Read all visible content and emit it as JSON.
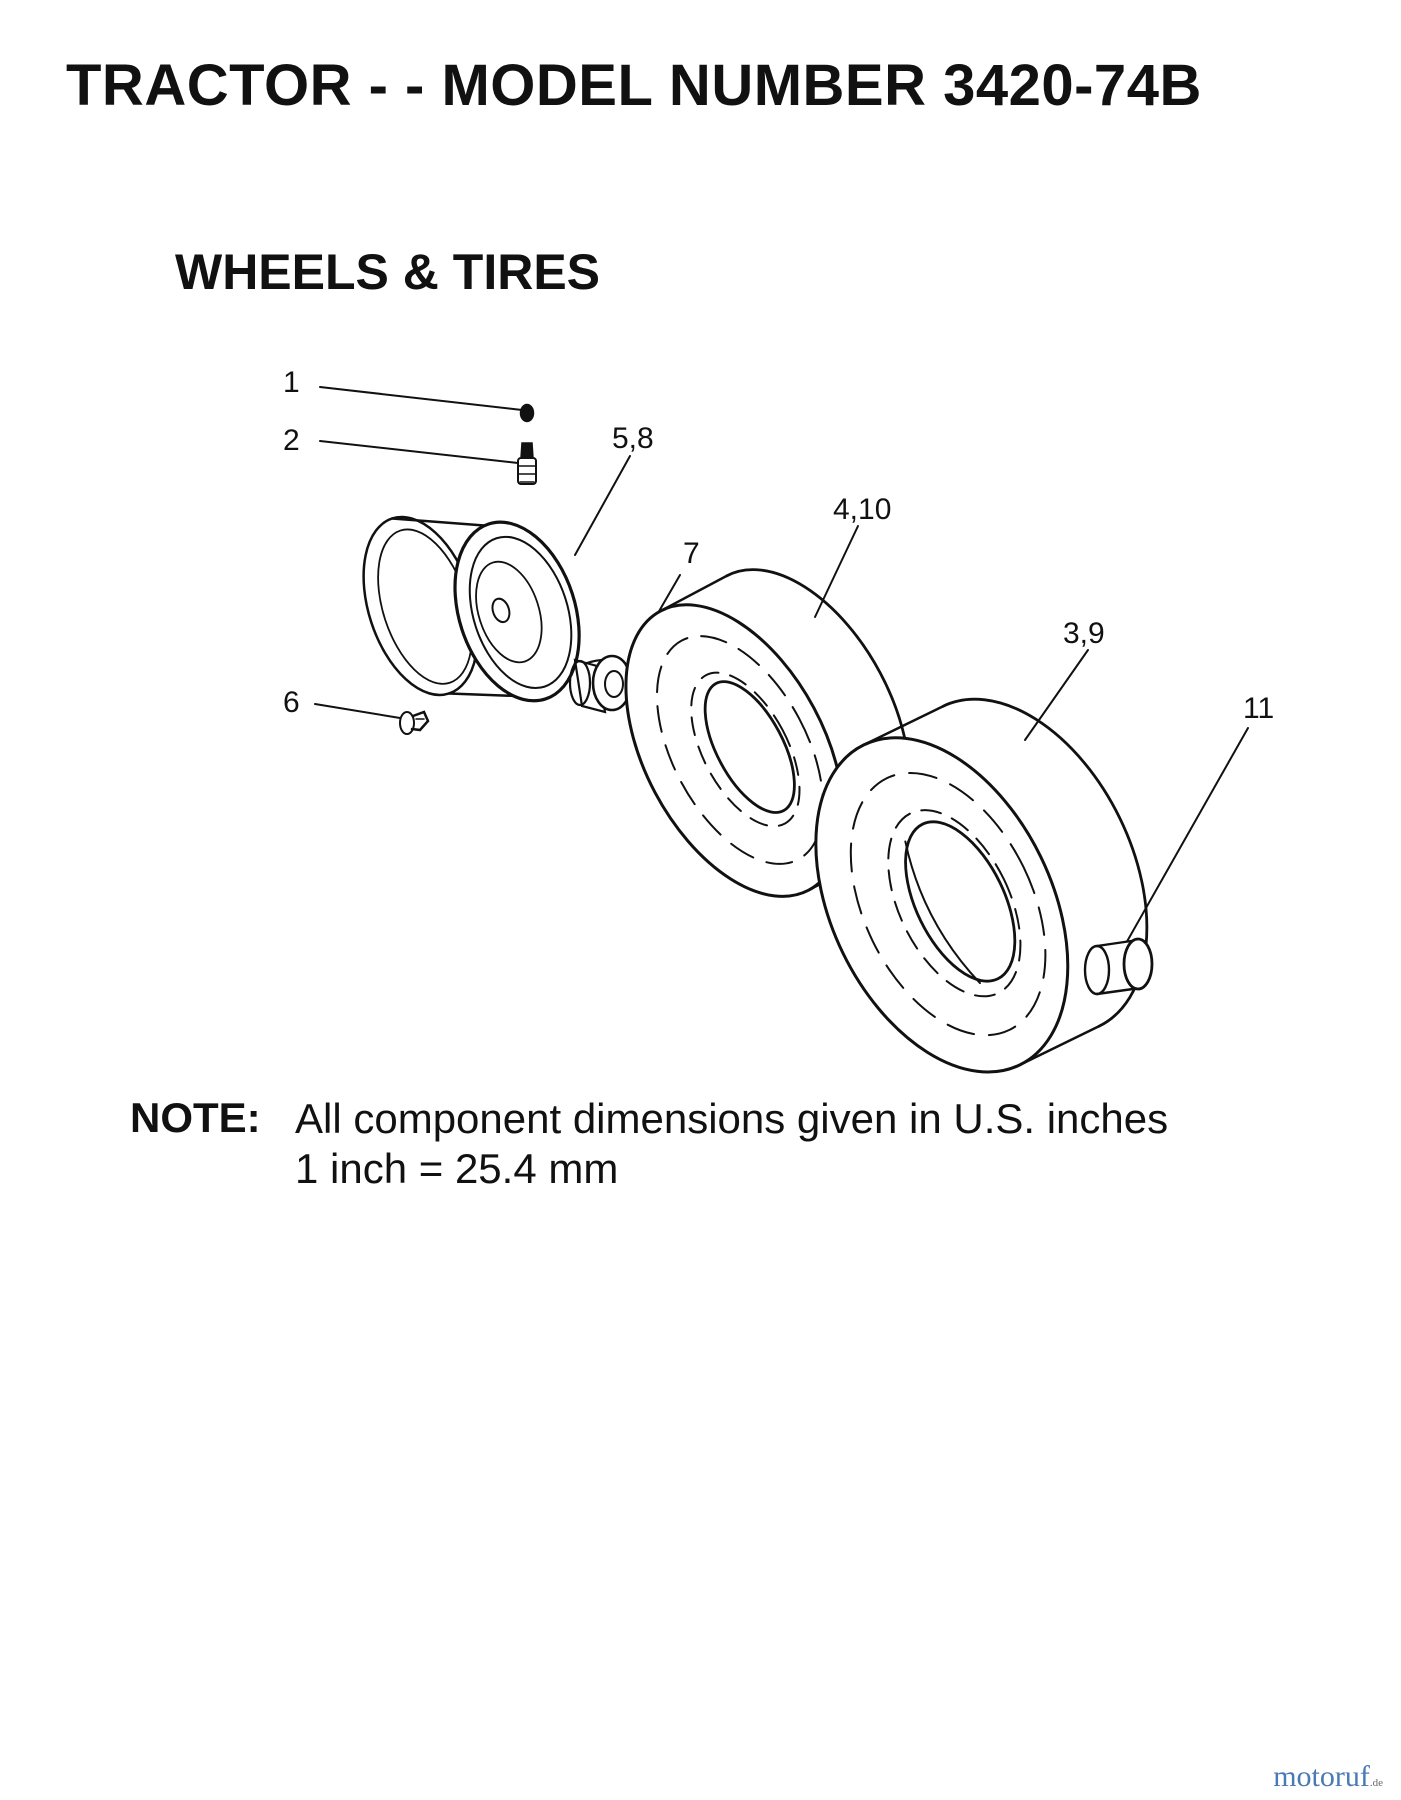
{
  "document": {
    "title": "TRACTOR - - MODEL NUMBER 3420-74B",
    "section_title": "WHEELS & TIRES"
  },
  "diagram": {
    "callouts": [
      {
        "id": "1",
        "label": "1"
      },
      {
        "id": "2",
        "label": "2"
      },
      {
        "id": "5_8",
        "label": "5,8"
      },
      {
        "id": "4_10",
        "label": "4,10"
      },
      {
        "id": "7",
        "label": "7"
      },
      {
        "id": "3_9",
        "label": "3,9"
      },
      {
        "id": "6",
        "label": "6"
      },
      {
        "id": "11",
        "label": "11"
      }
    ]
  },
  "note": {
    "label": "NOTE:",
    "line1": "All component dimensions given in U.S. inches",
    "line2": "1 inch = 25.4 mm"
  },
  "watermark": {
    "brand": "motoruf",
    "tld": ".de",
    "colors": {
      "o": "#4a7ab5",
      "text": "#666666"
    }
  }
}
